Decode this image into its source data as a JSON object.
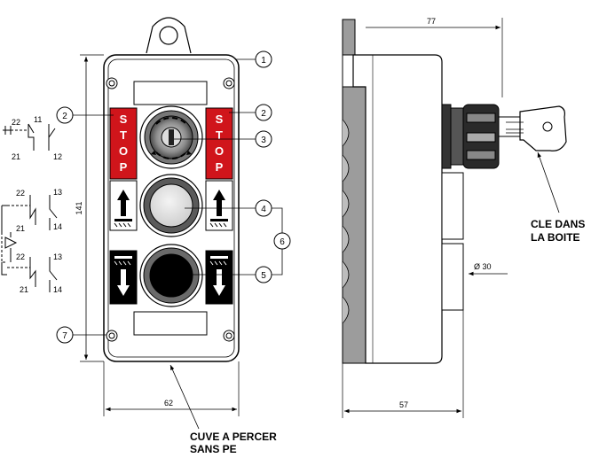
{
  "callouts": [
    "1",
    "2",
    "2",
    "3",
    "4",
    "5",
    "6",
    "7"
  ],
  "stop_letters": [
    "S",
    "T",
    "O",
    "P"
  ],
  "dimensions": {
    "height": "141",
    "width_front": "62",
    "depth_side": "57",
    "key_projection": "77",
    "hole_diameter": "Ø 30"
  },
  "labels": {
    "cuve_line1": "CUVE A PERCER",
    "cuve_line2": "SANS PE",
    "cle_line1": "CLE DANS",
    "cle_line2": "LA BOITE"
  },
  "schematic": {
    "stop_top_left": "22",
    "stop_top_right": "11",
    "stop_bottom_left": "21",
    "stop_bottom_right": "12",
    "up_top_left": "22",
    "up_top_right": "13",
    "up_bottom_left": "21",
    "up_bottom_right": "14",
    "down_top_left": "22",
    "down_top_right": "13",
    "down_bottom_left": "21",
    "down_bottom_right": "14"
  },
  "colors": {
    "stop_red": "#d0151b",
    "side_gray": "#9c9c9c",
    "white_button": "#e2e2e2",
    "black_button": "#000000"
  }
}
